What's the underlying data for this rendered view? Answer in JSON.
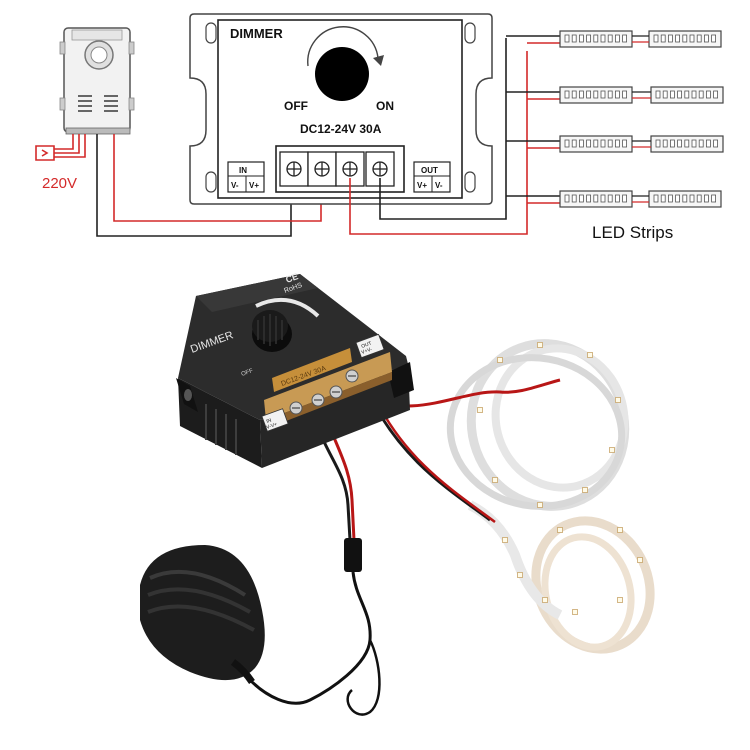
{
  "diagram": {
    "dimmer_title": "DIMMER",
    "off_label": "OFF",
    "on_label": "ON",
    "rating_label": "DC12-24V 30A",
    "in_label": "IN",
    "out_label": "OUT",
    "in_terminals": [
      "V-",
      "V+"
    ],
    "out_terminals": [
      "V+",
      "V-"
    ],
    "mains_label": "220V",
    "strips_label": "LED Strips",
    "wire_colors": {
      "positive": "#d42a2a",
      "negative": "#222222"
    }
  },
  "photo": {
    "dimmer_label": "DIMMER",
    "ce_mark": "CE",
    "rohs_mark": "RoHS",
    "rating_label": "DC12-24V 30A",
    "in_label": "IN",
    "in_terminals": "V-V+",
    "out_label": "OUT",
    "out_terminals": "V+V-",
    "off_label": "OFF"
  }
}
